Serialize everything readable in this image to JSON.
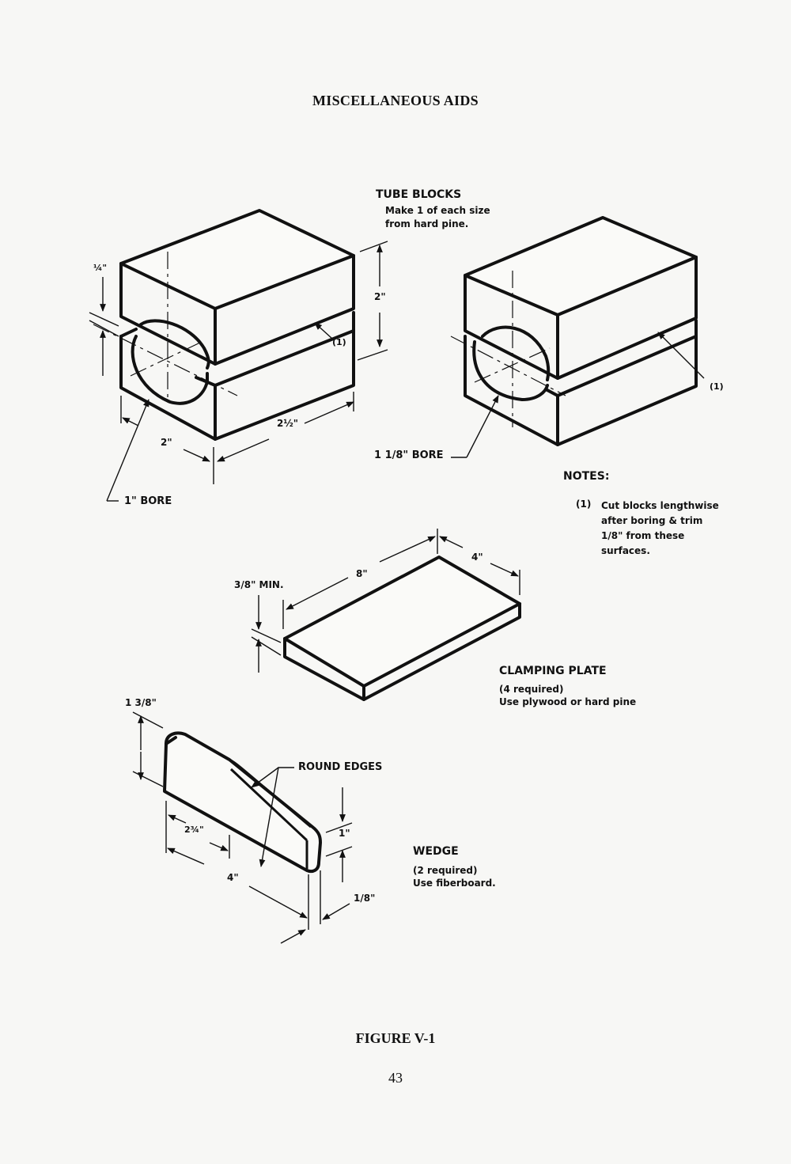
{
  "page": {
    "title": "MISCELLANEOUS AIDS",
    "caption": "FIGURE V-1",
    "page_number": "43"
  },
  "tube_blocks": {
    "title": "TUBE BLOCKS",
    "line1": "Make 1 of each size",
    "line2": "from hard pine.",
    "gap_dim": "¼\"",
    "height_dim": "2\"",
    "note_ref_left": "(1)",
    "note_ref_right": "(1)",
    "length_dim": "2½\"",
    "width_dim": "2\"",
    "bore_small": "1\" BORE",
    "bore_large": "1 1/8\" BORE"
  },
  "notes": {
    "title": "NOTES:",
    "number": "(1)",
    "line1": "Cut blocks lengthwise",
    "line2": "after boring & trim",
    "line3": "1/8\" from these",
    "line4": "surfaces."
  },
  "clamping_plate": {
    "title": "CLAMPING PLATE",
    "line1": "(4 required)",
    "line2": "Use plywood or hard pine",
    "thickness_dim": "3/8\" MIN.",
    "length_dim": "8\"",
    "width_dim": "4\""
  },
  "wedge": {
    "title": "WEDGE",
    "line1": "(2 required)",
    "line2": "Use fiberboard.",
    "height_dim": "1 3/8\"",
    "round_edges": "ROUND EDGES",
    "flat_dim": "2¾\"",
    "length_dim": "4\"",
    "end_dim": "1\"",
    "tip_dim": "1/8\""
  }
}
